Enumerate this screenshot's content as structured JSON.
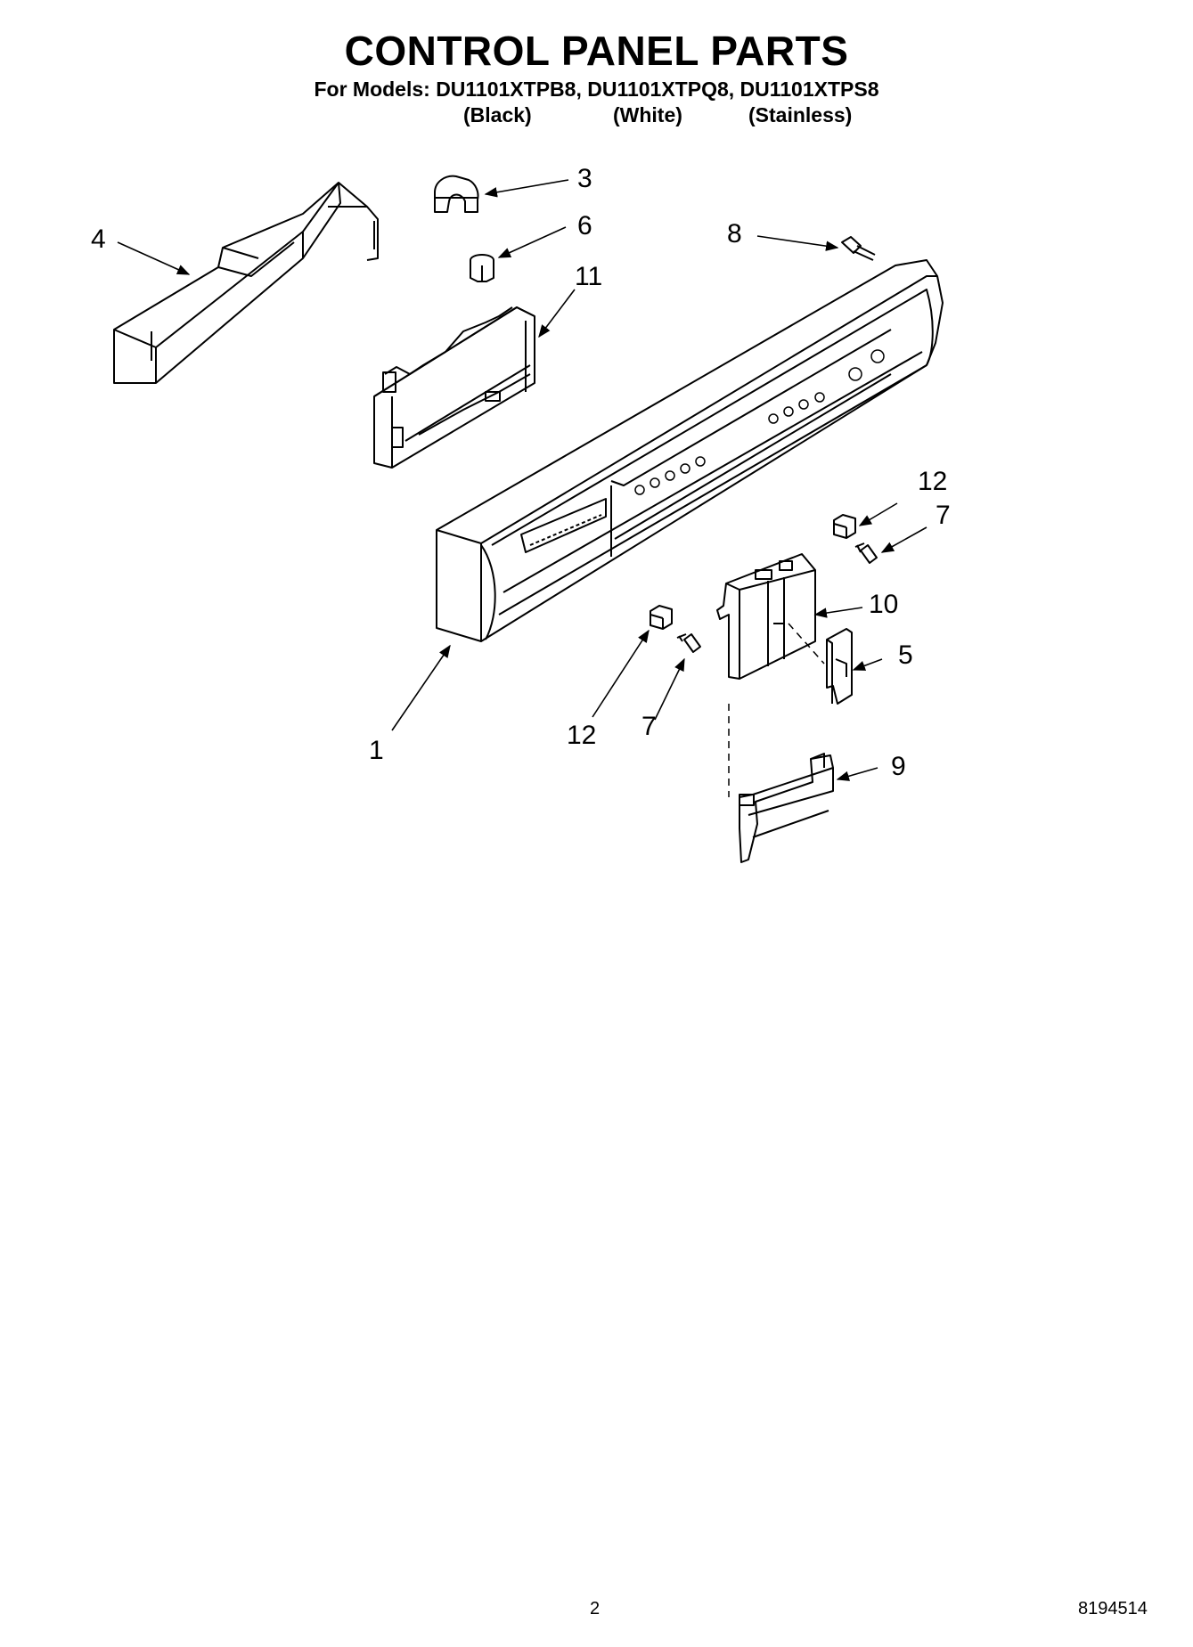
{
  "header": {
    "title": "CONTROL PANEL PARTS",
    "models_line": "For Models: DU1101XTPB8, DU1101XTPQ8, DU1101XTPS8",
    "variants": [
      "(Black)",
      "(White)",
      "(Stainless)"
    ]
  },
  "callouts": [
    "1",
    "3",
    "4",
    "5",
    "6",
    "7",
    "7",
    "8",
    "9",
    "10",
    "11",
    "12",
    "12"
  ],
  "footer": {
    "page_number": "2",
    "doc_number": "8194514"
  }
}
